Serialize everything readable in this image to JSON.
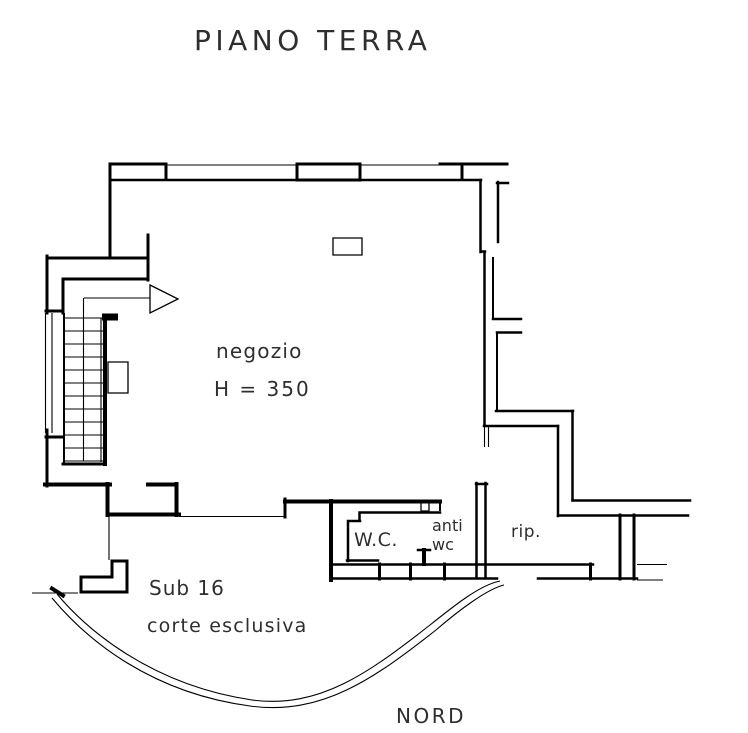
{
  "title": "PIANO TERRA",
  "plan": {
    "room_negozio_label": "negozio",
    "room_negozio_height": "H = 350",
    "room_wc_label": "W.C.",
    "room_antiwc_line1": "anti",
    "room_antiwc_line2": "wc",
    "room_rip_label": "rip.",
    "courtyard_line1": "Sub 16",
    "courtyard_line2": "corte esclusiva"
  },
  "compass": {
    "north_label": "NORD"
  },
  "colors": {
    "line": "#000000",
    "text": "#2e2e2e",
    "background": "#ffffff"
  }
}
